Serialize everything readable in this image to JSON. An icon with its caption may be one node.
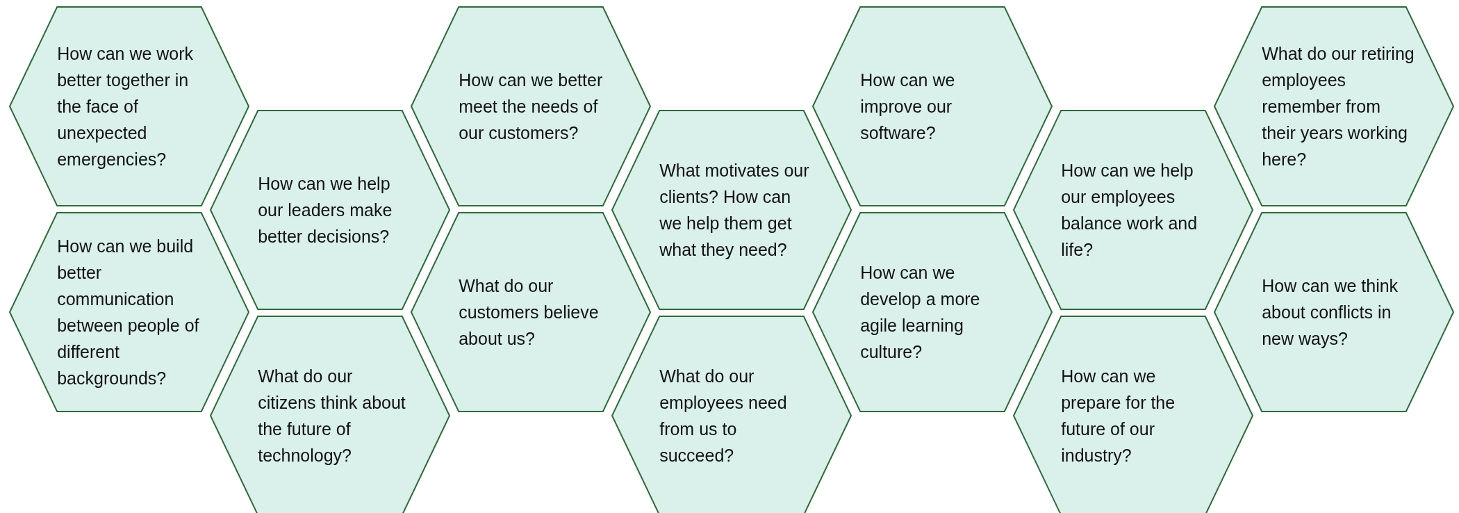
{
  "diagram": {
    "nodes": [
      {
        "text": [
          "How can we work better together in the face of unexpected emergencies?"
        ]
      },
      {
        "text": [
          "How can we build better communication between people of different backgrounds?"
        ]
      },
      {
        "text": [
          "How can we help our leaders make better decisions?"
        ]
      },
      {
        "text": [
          "What do our citizens think about the future of technology?"
        ]
      },
      {
        "text": [
          "How can we better meet the needs of our customers?"
        ]
      },
      {
        "text": [
          "What do our customers believe about us?"
        ]
      },
      {
        "text": [
          "What motivates our clients? How can we help them get what they need?"
        ]
      },
      {
        "text": [
          "What do our employees need from us to succeed?"
        ]
      },
      {
        "text": [
          "How can we improve our software?"
        ]
      },
      {
        "text": [
          "How can we develop a more agile learning culture?"
        ]
      },
      {
        "text": [
          "How can we help our employees balance work and life?"
        ]
      },
      {
        "text": [
          "How can we prepare for the future of our industry?"
        ]
      },
      {
        "text": [
          "What do our retiring employees remember from their years working here?"
        ]
      },
      {
        "text": [
          "How can we think about conflicts in new ways?"
        ]
      }
    ]
  }
}
